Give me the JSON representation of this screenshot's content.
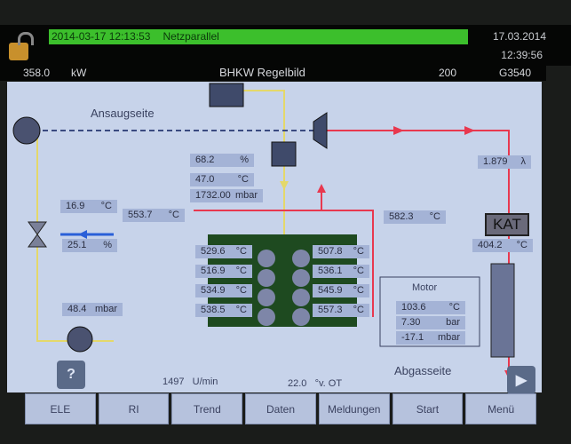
{
  "header": {
    "status_timestamp": "2014-03-17 12:13:53",
    "status_text": "Netzparallel",
    "date": "17.03.2014",
    "time": "12:39:56",
    "power_value": "358.0",
    "power_unit": "kW",
    "title": "BHKW Regelbild",
    "page_number": "200",
    "unit_id": "G3540"
  },
  "diagram": {
    "intake_label": "Ansaugseite",
    "exhaust_label": "Abgasseite",
    "throttle_pct": {
      "v": "68.2",
      "u": "%"
    },
    "mix_temp": {
      "v": "47.0",
      "u": "°C"
    },
    "mix_pressure": {
      "v": "1732.00",
      "u": "mbar"
    },
    "cooler_temp": {
      "v": "16.9",
      "u": "°C"
    },
    "valve_pct": {
      "v": "25.1",
      "u": "%"
    },
    "exhaust_left": {
      "v": "553.7",
      "u": "°C"
    },
    "exhaust_right": {
      "v": "582.3",
      "u": "°C"
    },
    "lambda": {
      "v": "1.879",
      "u": "λ"
    },
    "kat_label": "KAT",
    "kat_temp": {
      "v": "404.2",
      "u": "°C"
    },
    "gas_pressure": {
      "v": "48.4",
      "u": "mbar"
    },
    "cyl_left": [
      {
        "v": "529.6",
        "u": "°C"
      },
      {
        "v": "516.9",
        "u": "°C"
      },
      {
        "v": "534.9",
        "u": "°C"
      },
      {
        "v": "538.5",
        "u": "°C"
      }
    ],
    "cyl_right": [
      {
        "v": "507.8",
        "u": "°C"
      },
      {
        "v": "536.1",
        "u": "°C"
      },
      {
        "v": "545.9",
        "u": "°C"
      },
      {
        "v": "557.3",
        "u": "°C"
      }
    ],
    "motor": {
      "title": "Motor",
      "rows": [
        {
          "v": "103.6",
          "u": "°C"
        },
        {
          "v": "7.30",
          "u": "bar"
        },
        {
          "v": "-17.1",
          "u": "mbar"
        }
      ]
    },
    "speed": {
      "v": "1497",
      "u": "U/min"
    },
    "ignition": {
      "v": "22.0",
      "u": "°v. OT"
    },
    "help_label": "?"
  },
  "colors": {
    "status_green": "#3cbf2c",
    "exhaust_red": "#e8384f",
    "intake_yellow": "#e4d86a",
    "coolant_blue": "#2a5fd8"
  },
  "buttons": [
    "ELE",
    "RI",
    "Trend",
    "Daten",
    "Meldungen",
    "Start",
    "Menü"
  ]
}
